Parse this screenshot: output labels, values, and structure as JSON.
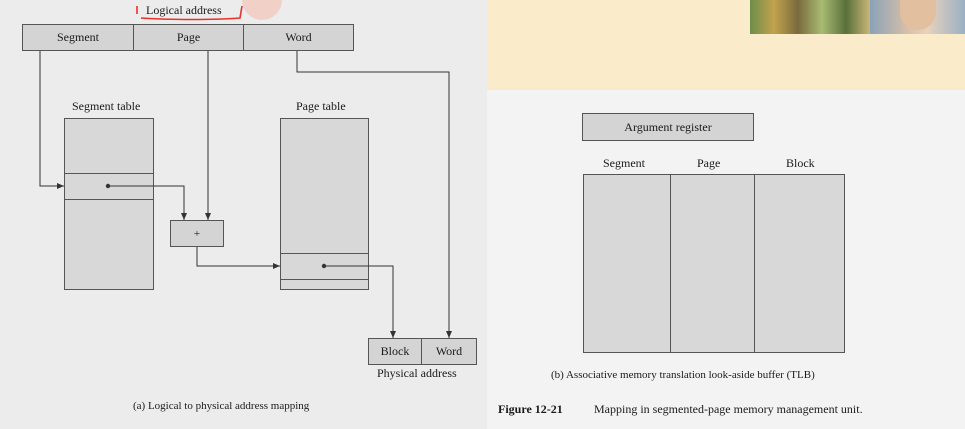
{
  "left_diagram": {
    "logical_address_label": "Logical address",
    "fields": [
      "Segment",
      "Page",
      "Word"
    ],
    "segment_table_label": "Segment table",
    "page_table_label": "Page table",
    "adder_symbol": "+",
    "physical_fields": [
      "Block",
      "Word"
    ],
    "physical_address_label": "Physical address",
    "caption": "(a) Logical to physical address mapping"
  },
  "right_diagram": {
    "argument_register_label": "Argument register",
    "columns": [
      "Segment",
      "Page",
      "Block"
    ],
    "caption": "(b) Associative memory translation look-aside buffer (TLB)"
  },
  "figure": {
    "number": "Figure 12-21",
    "title": "Mapping in segmented-page memory management unit."
  },
  "colors": {
    "field_fill": "#d4d4d4",
    "table_fill": "#d8d8d8",
    "annotation_red": "#e8322a"
  }
}
